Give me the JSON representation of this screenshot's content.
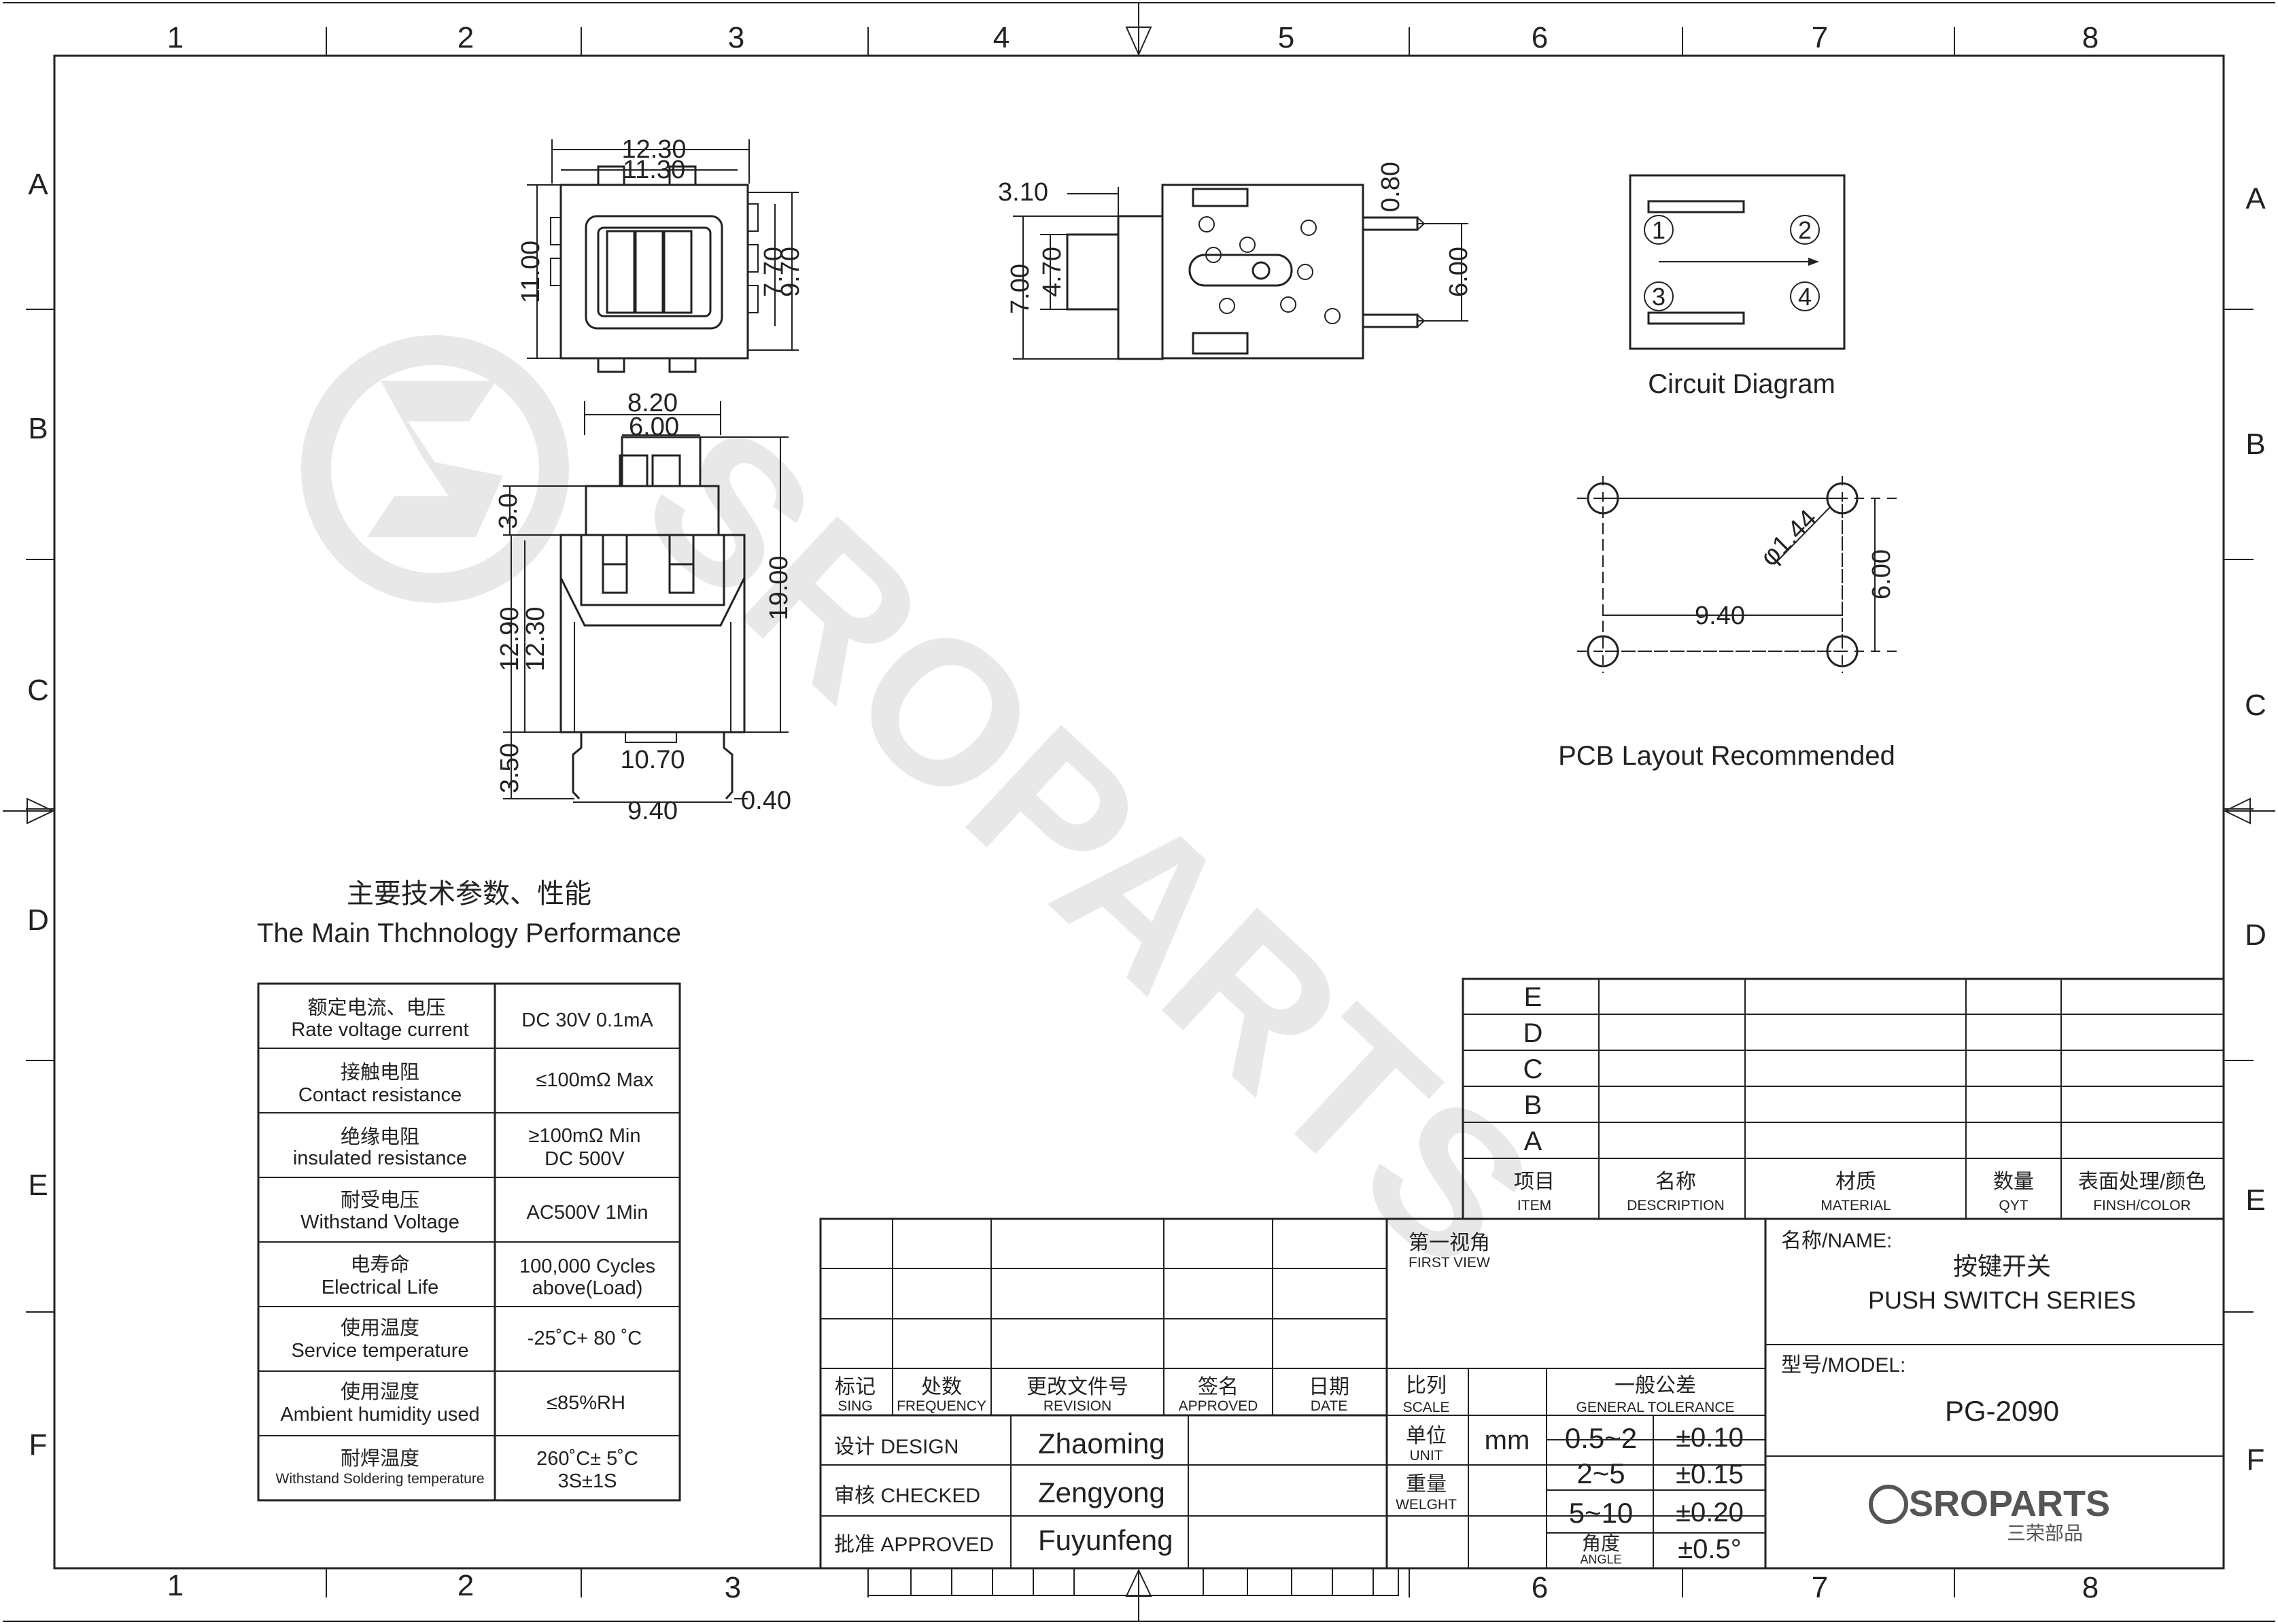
{
  "sheet": {
    "col_labels": [
      "1",
      "2",
      "3",
      "4",
      "5",
      "6",
      "7",
      "8"
    ],
    "row_labels": [
      "A",
      "B",
      "C",
      "D",
      "E",
      "F"
    ]
  },
  "watermark": {
    "text": "SROPARTS"
  },
  "views": {
    "top": {
      "dims": {
        "w_outer": "12.30",
        "w_inner": "11.30",
        "h": "11.00",
        "h_inner": "7.70",
        "h_outer": "9.70"
      }
    },
    "front": {
      "dims": {
        "w_cap_outer": "8.20",
        "w_cap_inner": "6.00",
        "cap_h": "3.0",
        "h_total": "19.00",
        "h_a": "12.90",
        "h_b": "12.30",
        "pin_len": "3.50",
        "w_body": "10.70",
        "pin_pitch": "9.40",
        "pin_w": "0.40"
      }
    },
    "side": {
      "dims": {
        "top_off": "3.10",
        "h1": "7.00",
        "h2": "4.70",
        "pin_w": "0.80",
        "pin_pitch": "6.00"
      }
    },
    "circuit": {
      "title": "Circuit Diagram",
      "pins": [
        "1",
        "2",
        "3",
        "4"
      ]
    },
    "pcb": {
      "title": "PCB Layout Recommended",
      "hole": "φ1.44",
      "pitch_x": "9.40",
      "pitch_y": "6.00"
    }
  },
  "performance": {
    "title_cn": "主要技术参数、性能",
    "title_en": "The Main Thchnology Performance",
    "rows": [
      {
        "cn": "额定电流、电压",
        "en": "Rate voltage current",
        "value": "DC 30V  0.1mA"
      },
      {
        "cn": "接触电阻",
        "en": "Contact resistance",
        "value": "≤100mΩ   Max"
      },
      {
        "cn": "绝缘电阻",
        "en": "insulated resistance",
        "value": "≥100mΩ Min",
        "value2": "DC 500V"
      },
      {
        "cn": "耐受电压",
        "en": "Withstand Voltage",
        "value": "AC500V 1Min"
      },
      {
        "cn": "电寿命",
        "en": "Electrical Life",
        "value": "100,000 Cycles",
        "value2": "above(Load)"
      },
      {
        "cn": "使用温度",
        "en": "Service temperature",
        "value": "-25˚C+ 80 ˚C"
      },
      {
        "cn": "使用湿度",
        "en": "Ambient humidity used",
        "value": "≤85%RH"
      },
      {
        "cn": "耐焊温度",
        "en": "Withstand Soldering temperature",
        "value": "260˚C± 5˚C",
        "value2": "3S±1S"
      }
    ]
  },
  "revision_table": {
    "rows": [
      "E",
      "D",
      "C",
      "B",
      "A"
    ],
    "headers": [
      {
        "cn": "项目",
        "en": "ITEM"
      },
      {
        "cn": "名称",
        "en": "DESCRIPTION"
      },
      {
        "cn": "材质",
        "en": "MATERIAL"
      },
      {
        "cn": "数量",
        "en": "QYT"
      },
      {
        "cn": "表面处理/颜色",
        "en": "FINSH/COLOR"
      }
    ]
  },
  "title_block": {
    "headers": [
      {
        "cn": "标记",
        "en": "SING"
      },
      {
        "cn": "处数",
        "en": "FREQUENCY"
      },
      {
        "cn": "更改文件号",
        "en": "REVISION"
      },
      {
        "cn": "签名",
        "en": "APPROVED"
      },
      {
        "cn": "日期",
        "en": "DATE"
      }
    ],
    "people": [
      {
        "role": "设计 DESIGN",
        "name": "Zhaoming"
      },
      {
        "role": "审核 CHECKED",
        "name": "Zengyong"
      },
      {
        "role": "批准 APPROVED",
        "name": "Fuyunfeng"
      }
    ],
    "first_view": {
      "cn": "第一视角",
      "en": "FIRST VIEW"
    },
    "scale": {
      "cn": "比列",
      "en": "SCALE"
    },
    "unit": {
      "cn": "单位",
      "en": "UNIT",
      "value": "mm"
    },
    "weight": {
      "cn": "重量",
      "en": "WELGHT"
    },
    "tolerance": {
      "cn": "一般公差",
      "en": "GENERAL TOLERANCE",
      "rows": [
        {
          "range": "0.5~2",
          "tol": "±0.10"
        },
        {
          "range": "2~5",
          "tol": "±0.15"
        },
        {
          "range": "5~10",
          "tol": "±0.20"
        }
      ],
      "angle": {
        "cn": "角度",
        "en": "ANGLE",
        "tol": "±0.5°"
      }
    },
    "name": {
      "label": "名称/NAME:",
      "cn": "按键开关",
      "en": "PUSH SWITCH SERIES"
    },
    "model": {
      "label": "型号/MODEL:",
      "value": "PG-2090"
    },
    "logo": {
      "text": "SROPARTS",
      "sub": "三荣部品"
    }
  }
}
